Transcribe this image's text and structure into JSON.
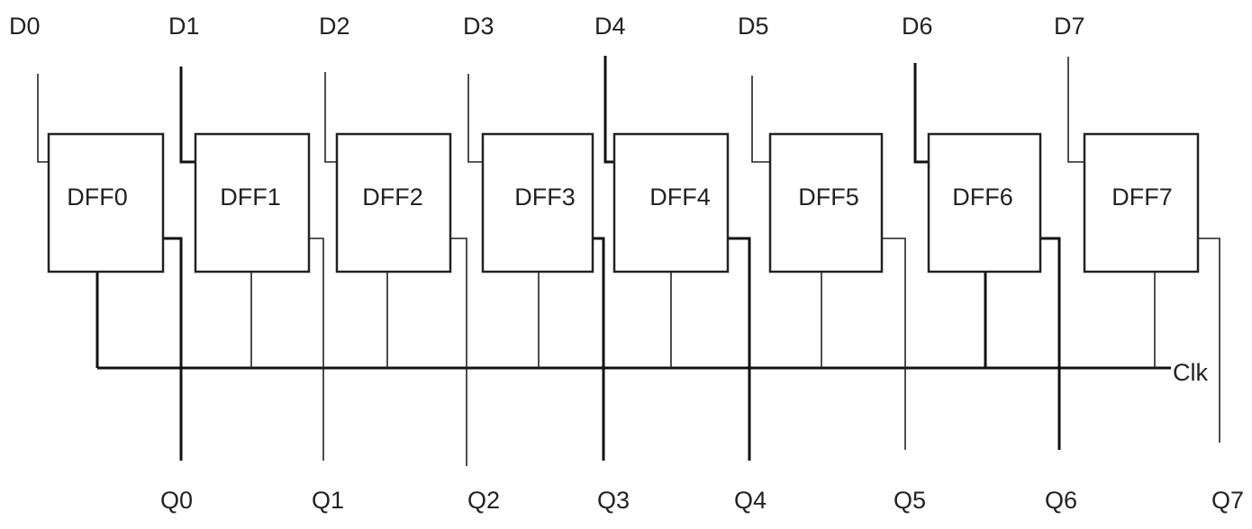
{
  "flip_flops": [
    {
      "name": "DFF0",
      "input": "D0",
      "output": "Q0"
    },
    {
      "name": "DFF1",
      "input": "D1",
      "output": "Q1"
    },
    {
      "name": "DFF2",
      "input": "D2",
      "output": "Q2"
    },
    {
      "name": "DFF3",
      "input": "D3",
      "output": "Q3"
    },
    {
      "name": "DFF4",
      "input": "D4",
      "output": "Q4"
    },
    {
      "name": "DFF5",
      "input": "D5",
      "output": "Q5"
    },
    {
      "name": "DFF6",
      "input": "D6",
      "output": "Q6"
    },
    {
      "name": "DFF7",
      "input": "D7",
      "output": "Q7"
    }
  ],
  "clock_label": "Clk"
}
